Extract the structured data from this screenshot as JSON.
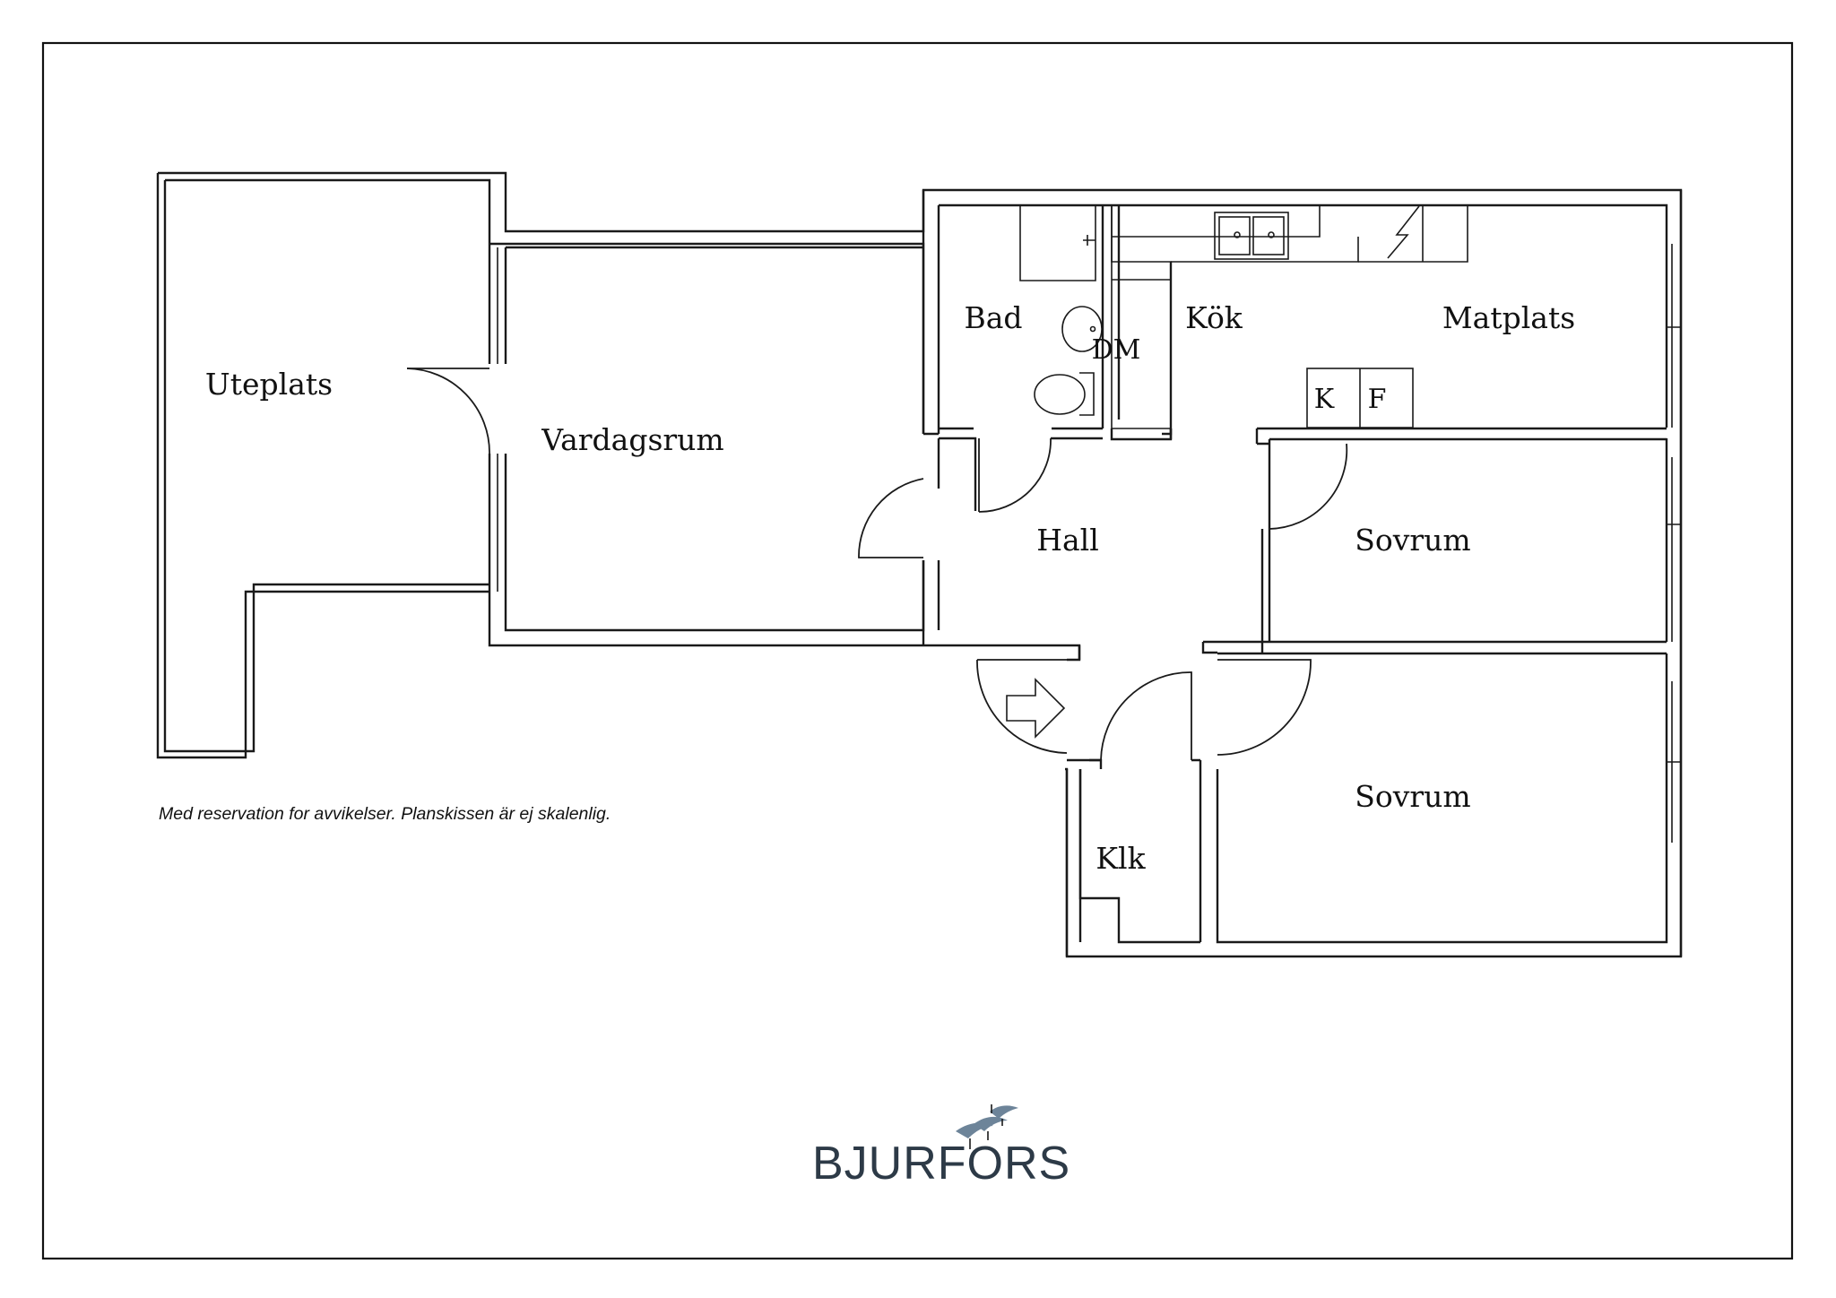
{
  "rooms": {
    "uteplats": "Uteplats",
    "vardagsrum": "Vardagsrum",
    "bad": "Bad",
    "kok": "Kök",
    "matplats": "Matplats",
    "hall": "Hall",
    "sovrum_1": "Sovrum",
    "sovrum_2": "Sovrum",
    "klk": "Klk"
  },
  "fixtures": {
    "dm": "DM",
    "k": "K",
    "f": "F"
  },
  "note": "Med reservation for avvikelser. Planskissen är ej skalenlig.",
  "brand": {
    "name": "BJURFORS",
    "color": "#2d3a47",
    "logo_icon": "flying-birds-icon"
  }
}
